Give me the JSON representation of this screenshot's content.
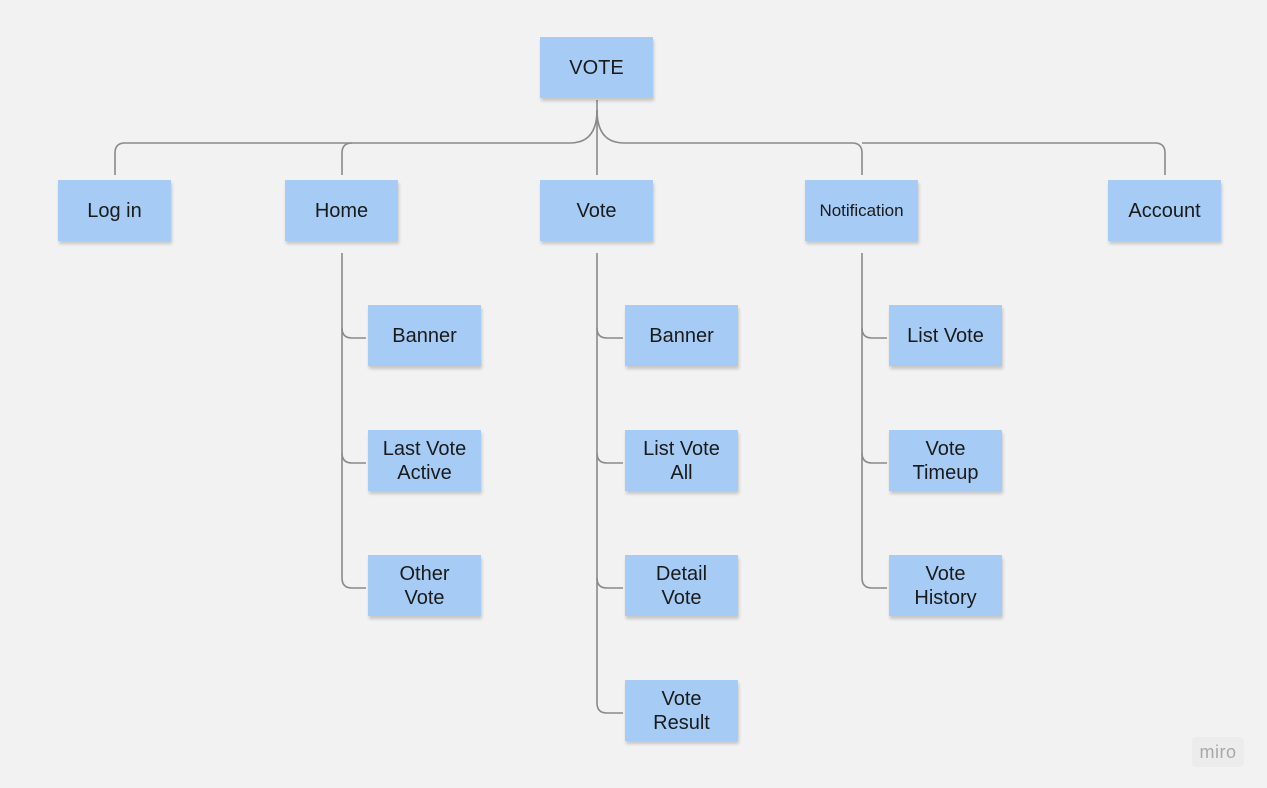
{
  "board": {
    "root": {
      "label": "VOTE"
    },
    "categories": [
      {
        "key": "login",
        "label": "Log in",
        "children": []
      },
      {
        "key": "home",
        "label": "Home",
        "children": [
          "Banner",
          "Last Vote\nActive",
          "Other\nVote"
        ]
      },
      {
        "key": "vote",
        "label": "Vote",
        "children": [
          "Banner",
          "List Vote\nAll",
          "Detail\nVote",
          "Vote\nResult"
        ]
      },
      {
        "key": "notification",
        "label": "Notification",
        "children": [
          "List Vote",
          "Vote\nTimeup",
          "Vote\nHistory"
        ]
      },
      {
        "key": "account",
        "label": "Account",
        "children": []
      }
    ]
  },
  "branding": {
    "logo_text": "miro"
  },
  "colors": {
    "sticky": "#a6ccf5",
    "connector": "#8a8a8a",
    "background": "#f2f2f2"
  }
}
